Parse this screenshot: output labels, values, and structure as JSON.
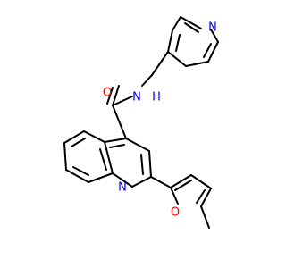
{
  "atoms": {
    "pyridine_n": "N",
    "amide_nh": "N",
    "amide_h": "H",
    "carbonyl_o": "O",
    "quinoline_n": "N",
    "furan_o": "O"
  },
  "colors": {
    "bond": "#000000",
    "nitrogen": "#0000ff",
    "oxygen": "#ff0000",
    "background": "#ffffff"
  }
}
